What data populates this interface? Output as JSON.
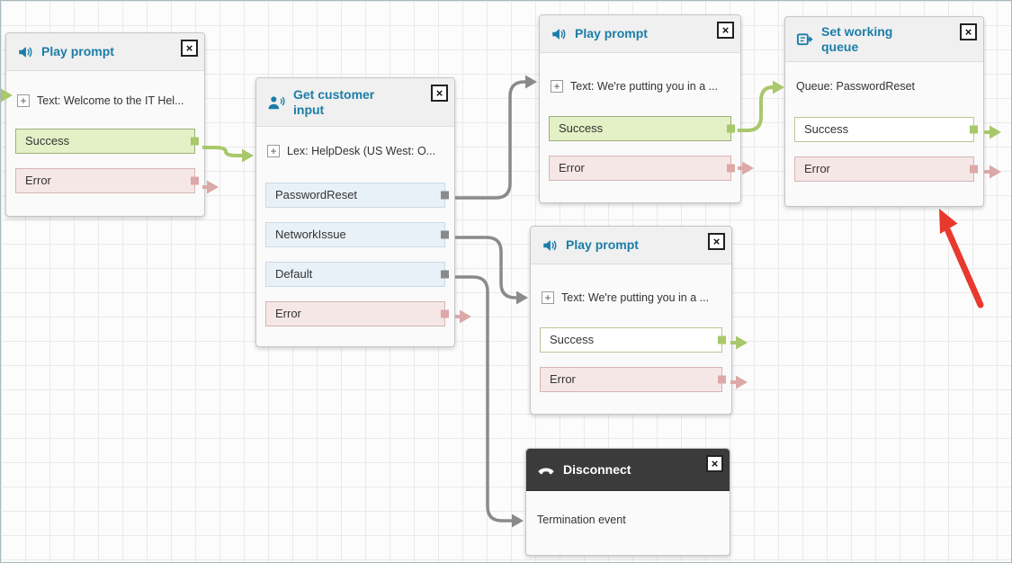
{
  "canvas": {
    "type": "contact-flow-editor",
    "grid": "on"
  },
  "ui": {
    "plus_glyph": "+",
    "close_glyph": "×"
  },
  "colors": {
    "block_title": "#1b7da7",
    "connector_gray": "#8a8a8a",
    "connector_green": "#a8c86a",
    "connector_pink": "#dca8a8",
    "annotation_arrow": "#e8392e",
    "success_fill": "#e4f0c6",
    "error_fill": "#f6e7e7",
    "intent_fill": "#e9f1f8",
    "disconnect_header": "#3b3b3b"
  },
  "blocks": [
    {
      "title": "Play prompt",
      "icon": "speaker-icon",
      "param": "Text: Welcome to the IT Hel...",
      "outputs": [
        {
          "label": "Success",
          "state": "connected-green"
        },
        {
          "label": "Error",
          "state": "dangling-pink"
        }
      ]
    },
    {
      "title": "Get customer input",
      "icon": "customer-input-icon",
      "param": "Lex: HelpDesk (US West: O...",
      "outputs": [
        {
          "label": "PasswordReset",
          "state": "connected-gray"
        },
        {
          "label": "NetworkIssue",
          "state": "connected-gray"
        },
        {
          "label": "Default",
          "state": "connected-gray"
        },
        {
          "label": "Error",
          "state": "dangling-pink"
        }
      ]
    },
    {
      "title": "Play prompt",
      "icon": "speaker-icon",
      "param": "Text: We're putting you in a ...",
      "outputs": [
        {
          "label": "Success",
          "state": "connected-green"
        },
        {
          "label": "Error",
          "state": "dangling-pink"
        }
      ]
    },
    {
      "title": "Set working queue",
      "icon": "queue-icon",
      "param": "Queue: PasswordReset",
      "outputs": [
        {
          "label": "Success",
          "state": "dangling-green"
        },
        {
          "label": "Error",
          "state": "dangling-pink"
        }
      ]
    },
    {
      "title": "Play prompt",
      "icon": "speaker-icon",
      "param": "Text: We're putting you in a ...",
      "outputs": [
        {
          "label": "Success",
          "state": "dangling-green"
        },
        {
          "label": "Error",
          "state": "dangling-pink"
        }
      ]
    },
    {
      "title": "Disconnect",
      "icon": "disconnect-icon",
      "param": "Termination event",
      "outputs": []
    }
  ]
}
